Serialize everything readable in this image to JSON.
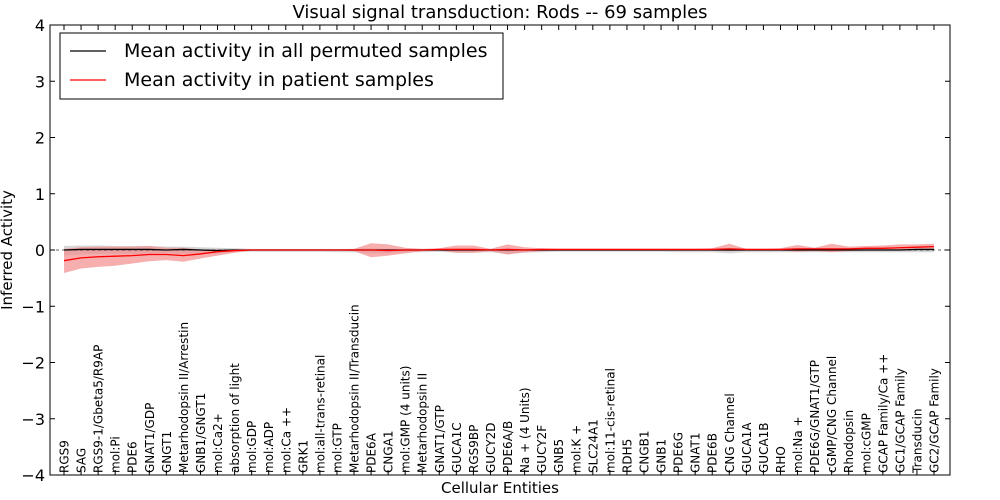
{
  "chart_data": {
    "type": "line",
    "title": "Visual signal transduction: Rods -- 69 samples",
    "xlabel": "Cellular Entities",
    "ylabel": "Inferred Activity",
    "ylim": [
      -4,
      4
    ],
    "yticks": [
      "−4",
      "−3",
      "−2",
      "−1",
      "0",
      "1",
      "2",
      "3",
      "4"
    ],
    "grid": false,
    "legend_position": "top-left",
    "categories": [
      "RGS9",
      "SAG",
      "RGS9-1/Gbeta5/R9AP",
      "mol:Pi",
      "PDE6",
      "GNAT1/GDP",
      "GNGT1",
      "Metarhodopsin II/Arrestin",
      "GNB1/GNGT1",
      "mol:Ca2+",
      "absorption of light",
      "mol:GDP",
      "mol:ADP",
      "mol:Ca ++",
      "GRK1",
      "mol:all-trans-retinal",
      "mol:GTP",
      "Metarhodopsin II/Transducin",
      "PDE6A",
      "CNGA1",
      "mol:GMP (4 units)",
      "Metarhodopsin II",
      "GNAT1/GTP",
      "GUCA1C",
      "RGS9BP",
      "GUCY2D",
      "PDE6A/B",
      "Na + (4 Units)",
      "GUCY2F",
      "GNB5",
      "mol:K +",
      "SLC24A1",
      "mol:11-cis-retinal",
      "RDH5",
      "CNGB1",
      "GNB1",
      "PDE6G",
      "GNAT1",
      "PDE6B",
      "CNG Channel",
      "GUCA1A",
      "GUCA1B",
      "RHO",
      "mol:Na +",
      "PDE6G/GNAT1/GTP",
      "cGMP/CNG Channel",
      "Rhodopsin",
      "mol:cGMP",
      "GCAP Family/Ca ++",
      "GC1/GCAP Family",
      "Transducin",
      "GC2/GCAP Family"
    ],
    "series": [
      {
        "name": "Mean activity in all permuted samples",
        "color": "#000000",
        "band_color": "#c0c0c0",
        "values": [
          0.0,
          0.01,
          0.01,
          0.01,
          0.01,
          0.01,
          0.0,
          0.01,
          0.0,
          -0.01,
          0.0,
          0.0,
          0.0,
          0.0,
          0.0,
          0.0,
          0.0,
          0.0,
          0.0,
          0.0,
          0.0,
          0.0,
          0.0,
          0.0,
          0.0,
          0.0,
          0.0,
          0.0,
          0.0,
          0.0,
          0.0,
          0.0,
          0.0,
          0.0,
          0.0,
          0.0,
          0.0,
          0.0,
          0.0,
          0.0,
          0.0,
          0.0,
          0.0,
          0.0,
          0.0,
          0.0,
          0.0,
          0.0,
          0.0,
          0.0,
          0.01,
          0.01
        ],
        "upper": [
          0.07,
          0.08,
          0.08,
          0.07,
          0.07,
          0.07,
          0.06,
          0.06,
          0.05,
          0.04,
          0.03,
          0.02,
          0.02,
          0.02,
          0.02,
          0.02,
          0.02,
          0.02,
          0.03,
          0.02,
          0.02,
          0.02,
          0.02,
          0.03,
          0.03,
          0.02,
          0.03,
          0.02,
          0.02,
          0.02,
          0.02,
          0.02,
          0.02,
          0.02,
          0.02,
          0.02,
          0.02,
          0.02,
          0.02,
          0.02,
          0.02,
          0.02,
          0.02,
          0.02,
          0.02,
          0.02,
          0.02,
          0.02,
          0.02,
          0.02,
          0.03,
          0.03
        ],
        "lower": [
          -0.1,
          -0.08,
          -0.07,
          -0.07,
          -0.07,
          -0.06,
          -0.06,
          -0.07,
          -0.07,
          -0.06,
          -0.04,
          -0.03,
          -0.03,
          -0.03,
          -0.03,
          -0.03,
          -0.04,
          -0.04,
          -0.06,
          -0.06,
          -0.04,
          -0.04,
          -0.03,
          -0.05,
          -0.05,
          -0.04,
          -0.07,
          -0.05,
          -0.04,
          -0.03,
          -0.03,
          -0.03,
          -0.03,
          -0.03,
          -0.03,
          -0.03,
          -0.04,
          -0.04,
          -0.04,
          -0.06,
          -0.04,
          -0.04,
          -0.04,
          -0.04,
          -0.04,
          -0.04,
          -0.04,
          -0.04,
          -0.04,
          -0.04,
          -0.04,
          -0.04
        ]
      },
      {
        "name": "Mean activity in patient samples",
        "color": "#ff0000",
        "band_color": "#f28c8c",
        "values": [
          -0.19,
          -0.14,
          -0.12,
          -0.11,
          -0.1,
          -0.08,
          -0.08,
          -0.1,
          -0.07,
          -0.03,
          -0.01,
          0.0,
          0.0,
          0.0,
          0.0,
          0.0,
          0.0,
          0.0,
          0.0,
          -0.01,
          0.0,
          0.0,
          0.01,
          0.01,
          0.01,
          0.0,
          0.01,
          0.0,
          0.01,
          0.01,
          0.01,
          0.01,
          0.01,
          0.01,
          0.01,
          0.01,
          0.01,
          0.01,
          0.01,
          0.02,
          0.01,
          0.01,
          0.01,
          0.02,
          0.02,
          0.02,
          0.02,
          0.03,
          0.03,
          0.04,
          0.05,
          0.06
        ],
        "upper": [
          0.02,
          0.05,
          0.06,
          0.06,
          0.06,
          0.07,
          0.04,
          0.04,
          0.01,
          0.01,
          0.01,
          0.01,
          0.01,
          0.01,
          0.01,
          0.01,
          0.01,
          0.02,
          0.12,
          0.1,
          0.04,
          0.02,
          0.03,
          0.08,
          0.08,
          0.02,
          0.1,
          0.05,
          0.03,
          0.02,
          0.02,
          0.02,
          0.02,
          0.02,
          0.02,
          0.02,
          0.02,
          0.02,
          0.03,
          0.11,
          0.02,
          0.02,
          0.03,
          0.09,
          0.04,
          0.11,
          0.06,
          0.07,
          0.08,
          0.1,
          0.1,
          0.11
        ],
        "lower": [
          -0.41,
          -0.33,
          -0.3,
          -0.28,
          -0.24,
          -0.2,
          -0.18,
          -0.21,
          -0.15,
          -0.1,
          -0.05,
          -0.01,
          -0.01,
          -0.01,
          -0.01,
          -0.01,
          -0.01,
          -0.02,
          -0.13,
          -0.1,
          -0.06,
          -0.02,
          -0.01,
          -0.05,
          -0.05,
          -0.02,
          -0.08,
          -0.04,
          -0.02,
          -0.01,
          -0.01,
          -0.01,
          -0.01,
          -0.01,
          -0.01,
          -0.01,
          -0.01,
          -0.01,
          -0.01,
          -0.02,
          -0.01,
          -0.01,
          -0.01,
          -0.03,
          -0.02,
          -0.04,
          -0.02,
          -0.01,
          0.0,
          0.01,
          0.02,
          0.02
        ]
      }
    ]
  }
}
